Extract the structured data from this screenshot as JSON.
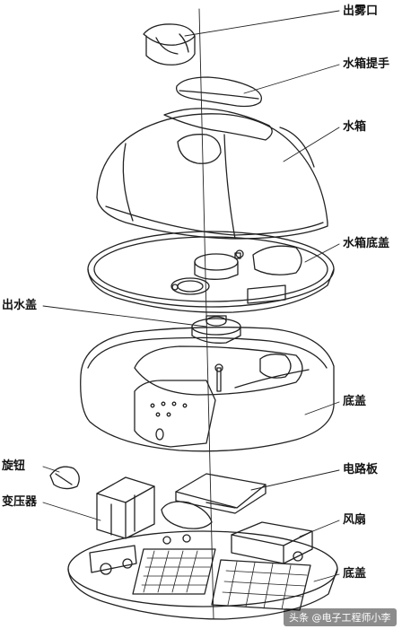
{
  "labels": {
    "mist_outlet": "出雾口",
    "tank_handle": "水箱提手",
    "water_tank": "水箱",
    "tank_bottom_cover": "水箱底盖",
    "water_outlet_cover": "出水盖",
    "base_cover": "底盖",
    "knob": "旋钮",
    "circuit_board": "电路板",
    "transformer": "变压器",
    "fan": "风扇",
    "bottom_cover": "底盖"
  },
  "watermark": "头条 @电子工程师小李",
  "colors": {
    "line": "#222222",
    "paper": "#ffffff"
  }
}
